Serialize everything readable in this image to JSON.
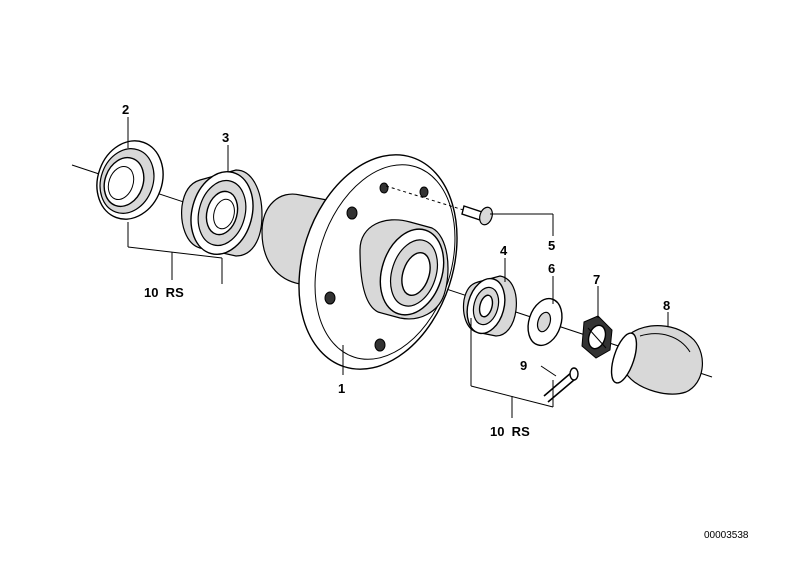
{
  "parts": {
    "p1": "1",
    "p2": "2",
    "p3": "3",
    "p4": "4",
    "p5": "5",
    "p6": "6",
    "p7": "7",
    "p8": "8",
    "p9": "9"
  },
  "sets": {
    "left": "10  RS",
    "right": "10  RS"
  },
  "document_number": "00003538"
}
